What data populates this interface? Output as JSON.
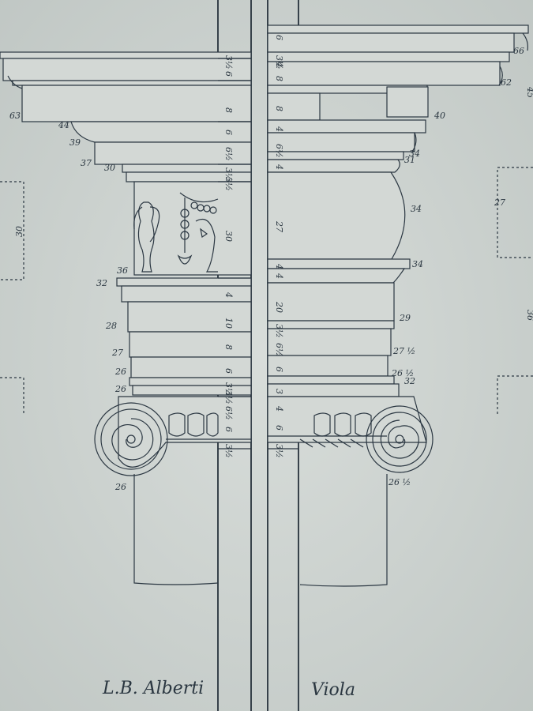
{
  "signatures": {
    "left": "L.B. Alberti",
    "right": "Viola"
  },
  "left_labels": {
    "l63": "63",
    "l44": "44",
    "l39": "39",
    "l37": "37",
    "l30": "30",
    "l36": "36",
    "l32": "32",
    "l28": "28",
    "l27": "27",
    "l26a": "26",
    "l26b": "26",
    "l26c": "26",
    "side30": "30"
  },
  "right_labels": {
    "r66": "66",
    "r62": "62",
    "r40": "40",
    "r34a": "34",
    "r31": "31",
    "r34b": "34",
    "r34c": "34",
    "r29": "29",
    "r27h": "27 ½",
    "r26h": "26 ½",
    "r32": "32",
    "r26hb": "26 ½",
    "side45": "45",
    "side27": "27",
    "side36": "36"
  },
  "center_left_measures": [
    "3½",
    "6",
    "8",
    "6",
    "6½",
    "3½",
    "3½",
    "30",
    "4",
    "10",
    "8",
    "6",
    "3½",
    "3½",
    "6½",
    "6",
    "3½"
  ],
  "center_right_measures": [
    "6",
    "3½",
    "4",
    "8",
    "8",
    "4",
    "6½",
    "4",
    "27",
    "4",
    "4",
    "20",
    "3½",
    "6½",
    "6",
    "3",
    "4",
    "6",
    "3½"
  ]
}
